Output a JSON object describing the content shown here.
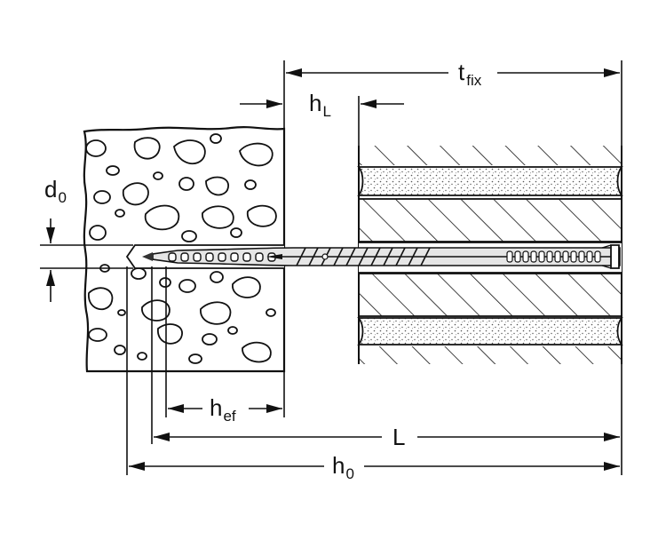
{
  "labels": {
    "t_fix": {
      "main": "t",
      "sub": "fix"
    },
    "h_L": {
      "main": "h",
      "sub": "L"
    },
    "d_0": {
      "main": "d",
      "sub": "0"
    },
    "h_ef": {
      "main": "h",
      "sub": "ef"
    },
    "L": {
      "main": "L"
    },
    "h_0": {
      "main": "h",
      "sub": "0"
    }
  },
  "colors": {
    "ink": "#111111",
    "background": "#ffffff",
    "anchor_fill": "#d9d9d9",
    "insulation_dots": "#555555"
  }
}
